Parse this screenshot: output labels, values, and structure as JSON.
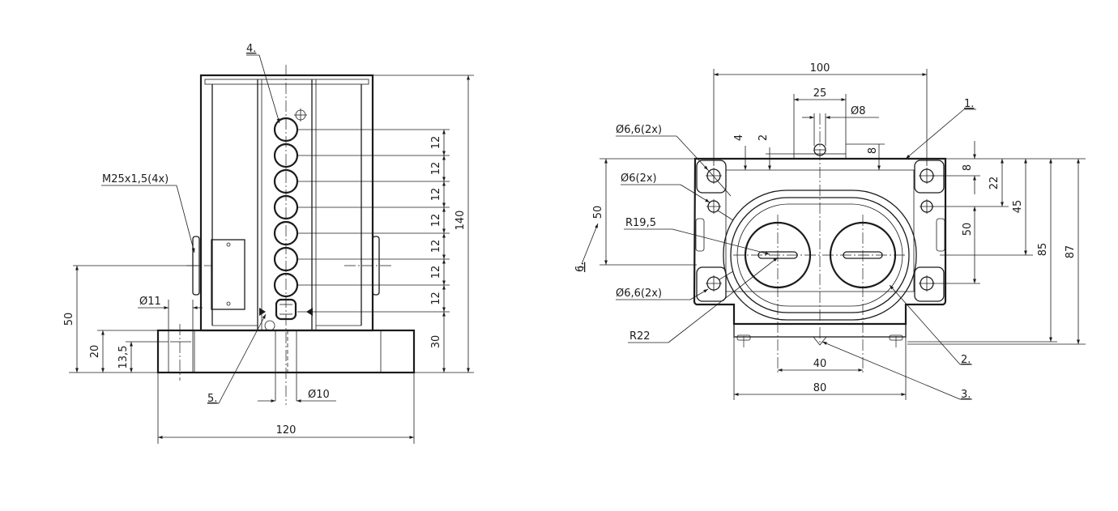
{
  "drawing": {
    "left_view": {
      "dimensions": {
        "height_total": "140",
        "height_base": "30",
        "pitch": [
          "12",
          "12",
          "12",
          "12",
          "12",
          "12",
          "12"
        ],
        "width_base": "120",
        "thread": "M25x1,5(4x)",
        "hole_11": "Ø11",
        "h50": "50",
        "h20": "20",
        "h13": "13,5",
        "d10": "Ø10"
      },
      "callouts": {
        "item4": "4.",
        "item5": "5."
      }
    },
    "right_view": {
      "dimensions": {
        "w100": "100",
        "w25": "25",
        "d8": "Ø8",
        "h4": "4",
        "h2": "2",
        "v8a": "8",
        "v8b": "8",
        "v22": "22",
        "v45": "45",
        "v50r": "50",
        "v85": "85",
        "v87": "87",
        "v50l": "50",
        "hole66a": "Ø6,6(2x)",
        "hole6": "Ø6(2x)",
        "r195": "R19,5",
        "hole66b": "Ø6,6(2x)",
        "r22": "R22",
        "w40": "40",
        "w80": "80"
      },
      "callouts": {
        "item1": "1.",
        "item2": "2.",
        "item3": "3.",
        "item6": "6."
      }
    }
  }
}
